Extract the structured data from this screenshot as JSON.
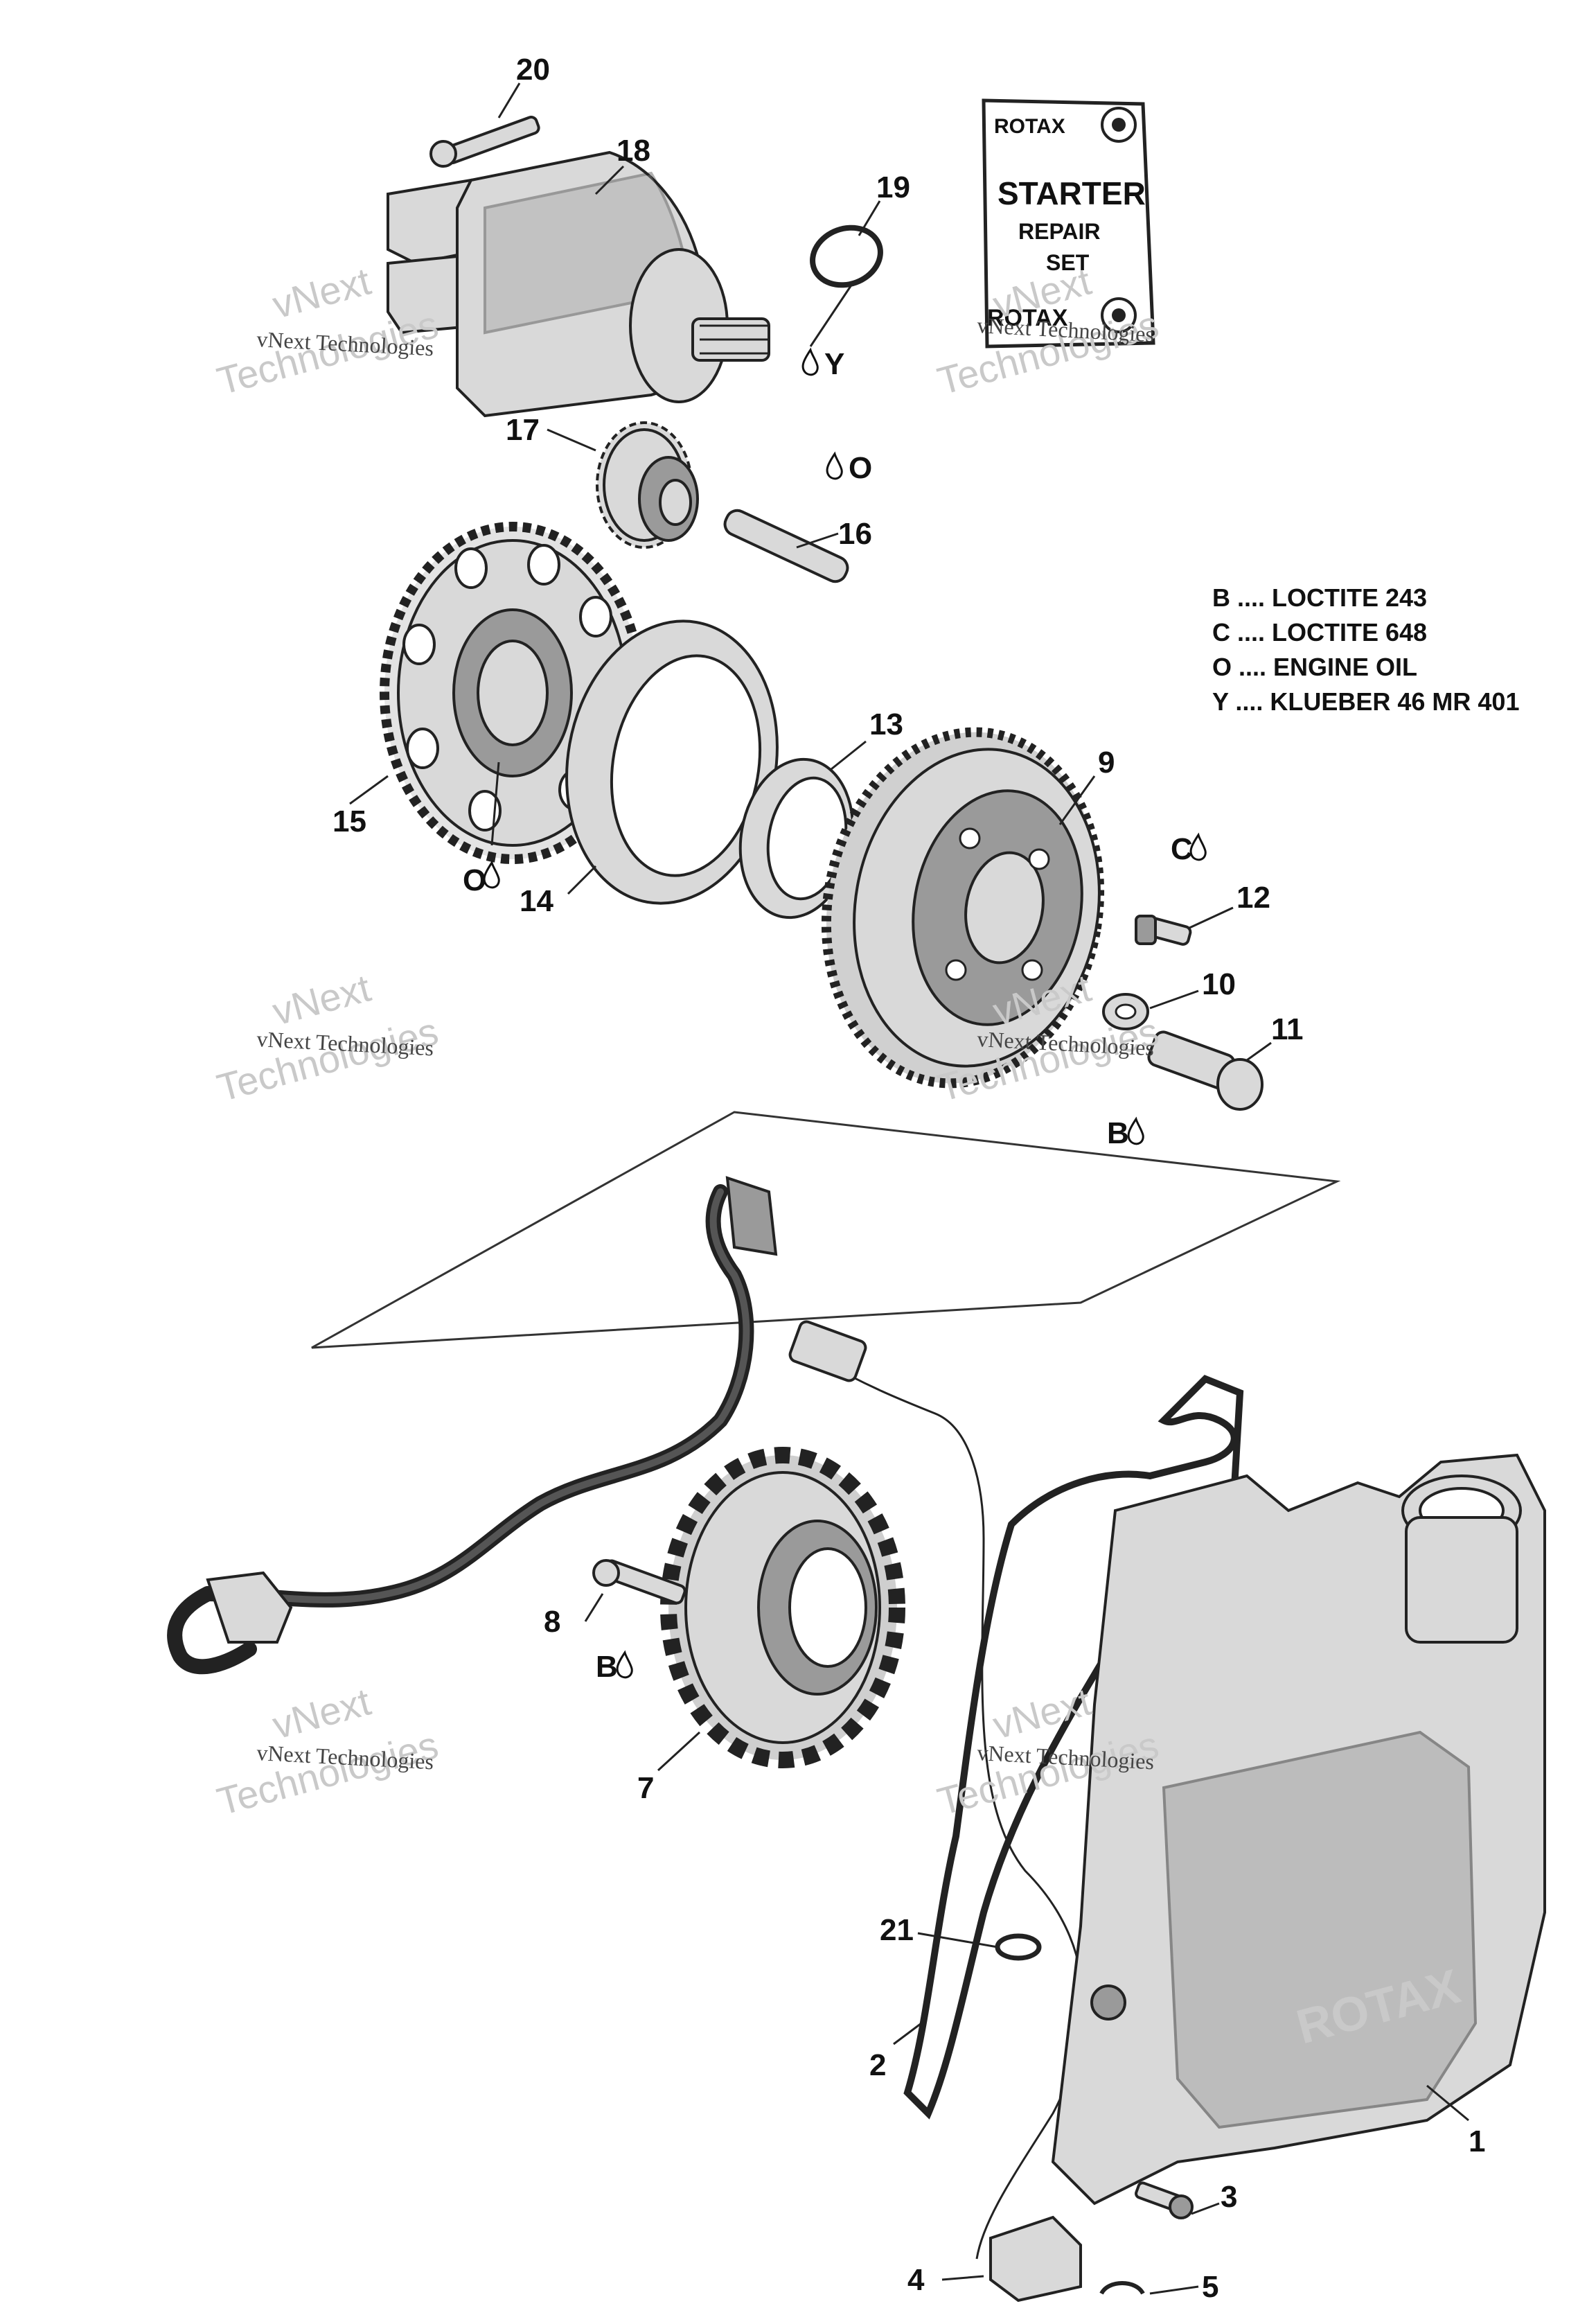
{
  "callouts": {
    "c1": "1",
    "c2": "2",
    "c3": "3",
    "c4": "4",
    "c5": "5",
    "c7": "7",
    "c8": "8",
    "c9": "9",
    "c10": "10",
    "c11": "11",
    "c12": "12",
    "c13": "13",
    "c14": "14",
    "c15": "15",
    "c16": "16",
    "c17": "17",
    "c18": "18",
    "c19": "19",
    "c20": "20",
    "c21": "21"
  },
  "lubricant_marks": {
    "y_starter": "Y",
    "o_pin": "O",
    "o_gear": "O",
    "c_bolt": "C",
    "b_bolt_11": "B",
    "b_bolt_8": "B"
  },
  "legend": {
    "b": "B .... LOCTITE 243",
    "c": "C .... LOCTITE 648",
    "o": "O .... ENGINE OIL",
    "y": "Y .... KLUEBER  46 MR 401"
  },
  "kit": {
    "brand": "ROTAX",
    "line1": "STARTER",
    "line2": "REPAIR",
    "line3": "SET",
    "brand_bottom": "ROTAX"
  },
  "cover_logo": "ROTAX",
  "watermark": {
    "small": "vNext Technologies",
    "big1": "vNext",
    "big2": "Technologies"
  }
}
